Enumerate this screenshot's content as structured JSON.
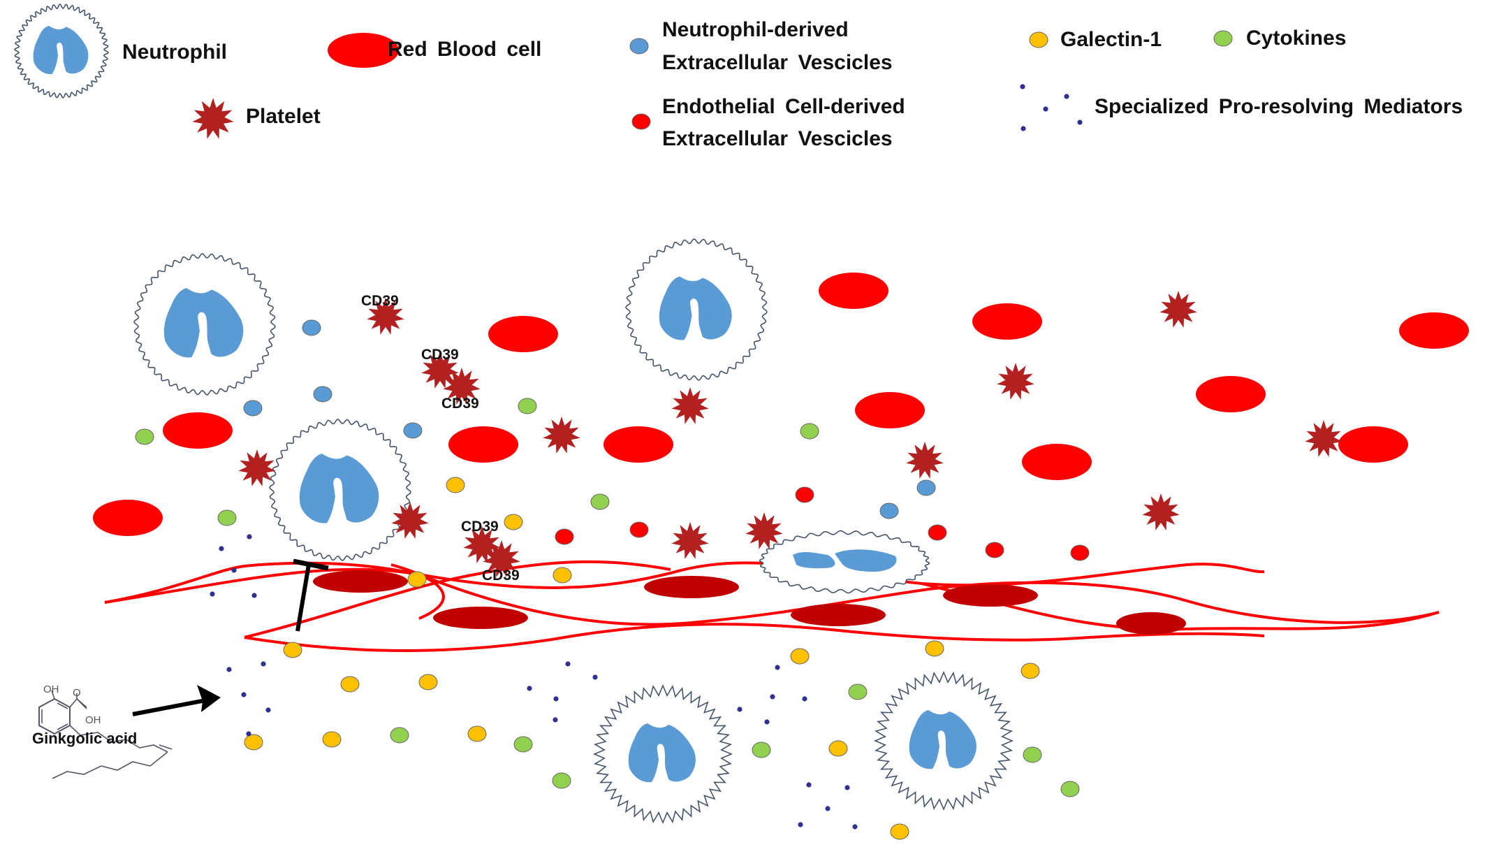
{
  "legend": {
    "neutrophil": "Neutrophil",
    "rbc": "Red Blood cell",
    "platelet": "Platelet",
    "nev_line1": "Neutrophil-derived",
    "nev_line2": "Extracellular Vescicles",
    "eev_line1": "Endothelial Cell-derived",
    "eev_line2": "Extracellular Vescicles",
    "galectin": "Galectin-1",
    "cytokines": "Cytokines",
    "spm": "Specialized Pro-resolving Mediators"
  },
  "annotations": {
    "cd39": "CD39",
    "ginkgolic": "Ginkgolic acid",
    "molecule_oh": "OH",
    "molecule_o": "O",
    "molecule_oh2": "OH"
  },
  "colors": {
    "rbc": "#ff0000",
    "rbc_outline": "#c00000",
    "platelet": "#b22020",
    "neutrophil_nucleus": "#5b9bd5",
    "neutrophil_outline": "#44546a",
    "nev": "#5b9bd5",
    "eev": "#ff0000",
    "galectin": "#ffc000",
    "cytokine": "#92d050",
    "spm": "#2e3192",
    "endothelium": "#ff0000",
    "endothelial_nucleus": "#c00000",
    "arrow": "#000000"
  },
  "icons": [
    "neutrophil-icon",
    "red-blood-cell-icon",
    "platelet-icon",
    "vesicle-icon",
    "galectin-icon",
    "cytokine-icon",
    "spm-dot-icon",
    "molecule-structure-icon",
    "inhibition-arrow-icon"
  ]
}
